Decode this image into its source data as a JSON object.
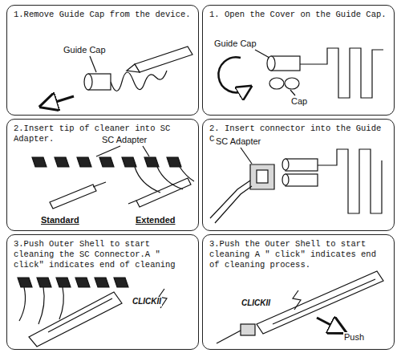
{
  "diagram": {
    "nodes": [
      {
        "text": [
          "1.Remove Guide Cap from the device."
        ]
      },
      {
        "text": [
          "1. Open the Cover on the Guide Cap."
        ]
      },
      {
        "text": [
          "2.Insert tip of cleaner into SC Adapter."
        ]
      },
      {
        "text": [
          "2. Insert connector into the Guide Cap."
        ]
      },
      {
        "text": [
          "3.Push Outer Shell to start cleaning the SC Connector.A \" click\" indicates end of cleaning"
        ]
      },
      {
        "text": [
          "3.Push the Outer Shell to start cleaning A \" click\" indicates end of cleaning process."
        ]
      }
    ],
    "labels": [
      "Guide Cap",
      "Guide Cap",
      "Cap",
      "SC Adapter",
      "Standard",
      "Extended",
      "SC Adapter",
      "CLICKII",
      "CLICKII",
      "Push"
    ]
  }
}
